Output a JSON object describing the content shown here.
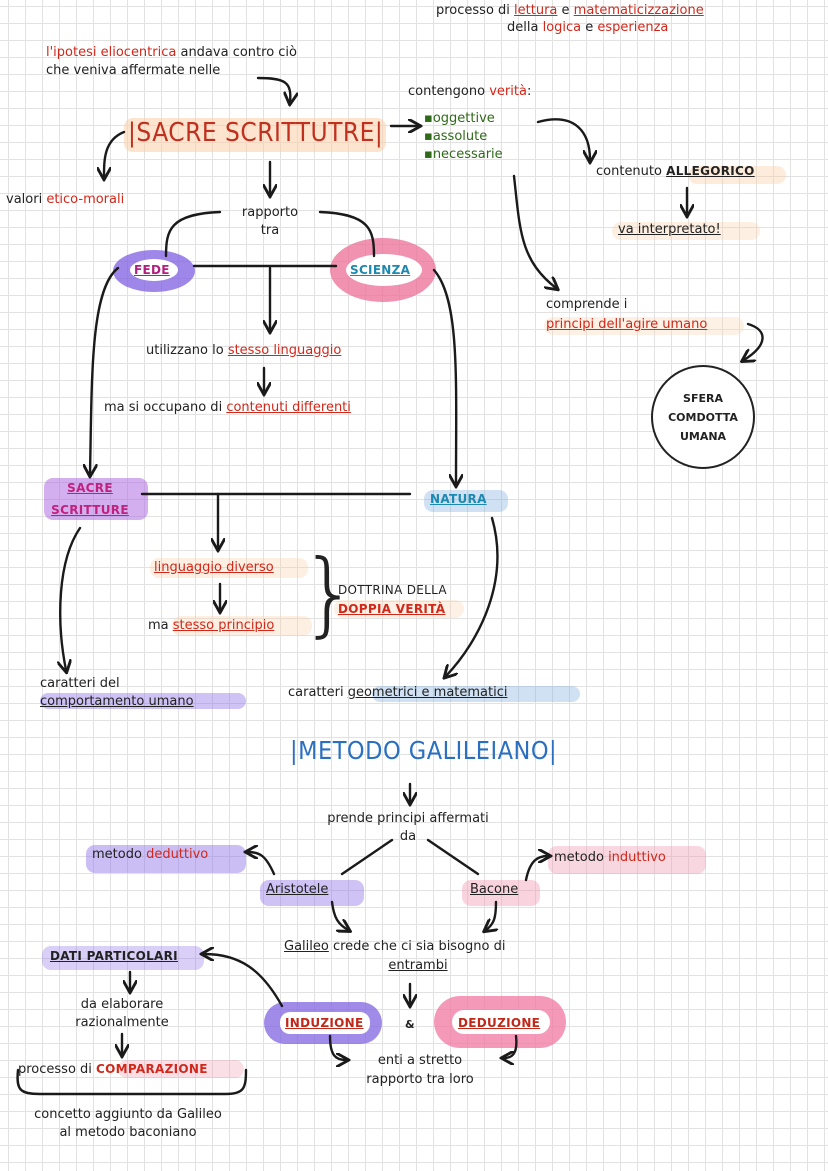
{
  "top_note": {
    "line1_a": "processo di ",
    "line1_b": "lettura",
    "line1_c": " e ",
    "line1_d": "matematicizzazione",
    "line2_a": "della ",
    "line2_b": "logica",
    "line2_c": " e ",
    "line2_d": "esperienza"
  },
  "intro": {
    "line1_a": "l'ipotesi eliocentrica",
    "line1_b": " andava contro ciò",
    "line2": "che veniva affermate nelle"
  },
  "sacre_title": "|SACRE SCRITTUTRE|",
  "valori": {
    "a": "valori ",
    "b": "etico-morali"
  },
  "contengono": {
    "a": "contengono ",
    "b": "verità",
    "c": ":"
  },
  "verita_list": [
    "oggettive",
    "assolute",
    "necessarie"
  ],
  "contenuto": {
    "a": "contenuto ",
    "b": "ALLEGORICO"
  },
  "interpretato": "va interpretato!",
  "comprende": {
    "line1": "comprende i",
    "line2": "principi dell'agire umano"
  },
  "sfera": [
    "SFERA",
    "COMDOTTA",
    "UMANA"
  ],
  "rapporto": {
    "line1": "rapporto",
    "line2": "tra"
  },
  "fede": "FEDE",
  "scienza": "SCIENZA",
  "linguaggio": {
    "a": "utilizzano lo ",
    "b": "stesso linguaggio"
  },
  "contenuti": {
    "a": "ma si occupano di ",
    "b": "contenuti differenti"
  },
  "sacre_scritture": {
    "line1": "SACRE",
    "line2": "SCRITTURE"
  },
  "natura": "NATURA",
  "ling_diverso": "linguaggio diverso",
  "stesso_principio": {
    "a": "ma ",
    "b": "stesso principio"
  },
  "dottrina": {
    "line1": "DOTTRINA DELLA",
    "line2": "DOPPIA VERITÀ"
  },
  "caratteri_comp": {
    "line1": "caratteri del",
    "line2": "comportamento umano"
  },
  "caratteri_geo": {
    "a": "caratteri ",
    "b": "geometrici e matematici"
  },
  "metodo_title": "|METODO GALILEIANO|",
  "prende": {
    "line1": "prende principi affermati",
    "line2": "da"
  },
  "deduttivo": {
    "a": "metodo ",
    "b": "deduttivo"
  },
  "induttivo": {
    "a": "metodo ",
    "b": "induttivo"
  },
  "aristotele": "Aristotele",
  "bacone": "Bacone",
  "galileo": {
    "a": "Galileo",
    "b": " crede che ci sia bisogno di",
    "line2": "entrambi"
  },
  "dati": "DATI PARTICOLARI",
  "elaborare": {
    "line1": "da elaborare",
    "line2": "razionalmente"
  },
  "induzione": "INDUZIONE",
  "amp": "&",
  "deduzione": "DEDUZIONE",
  "comparazione": {
    "a": "processo di ",
    "b": "COMPARAZIONE"
  },
  "enti": {
    "line1": "enti a stretto",
    "line2": "rapporto tra loro"
  },
  "concetto": {
    "line1": "concetto aggiunto da Galileo",
    "line2": "al metodo baconiano"
  },
  "colors": {
    "accent_red": "#d0281a",
    "title_red": "#c0301f",
    "title_blue": "#2a6fc0",
    "highlight_purple": "#8c6ee6",
    "highlight_pink": "#f096af",
    "highlight_peach": "#facda5"
  }
}
